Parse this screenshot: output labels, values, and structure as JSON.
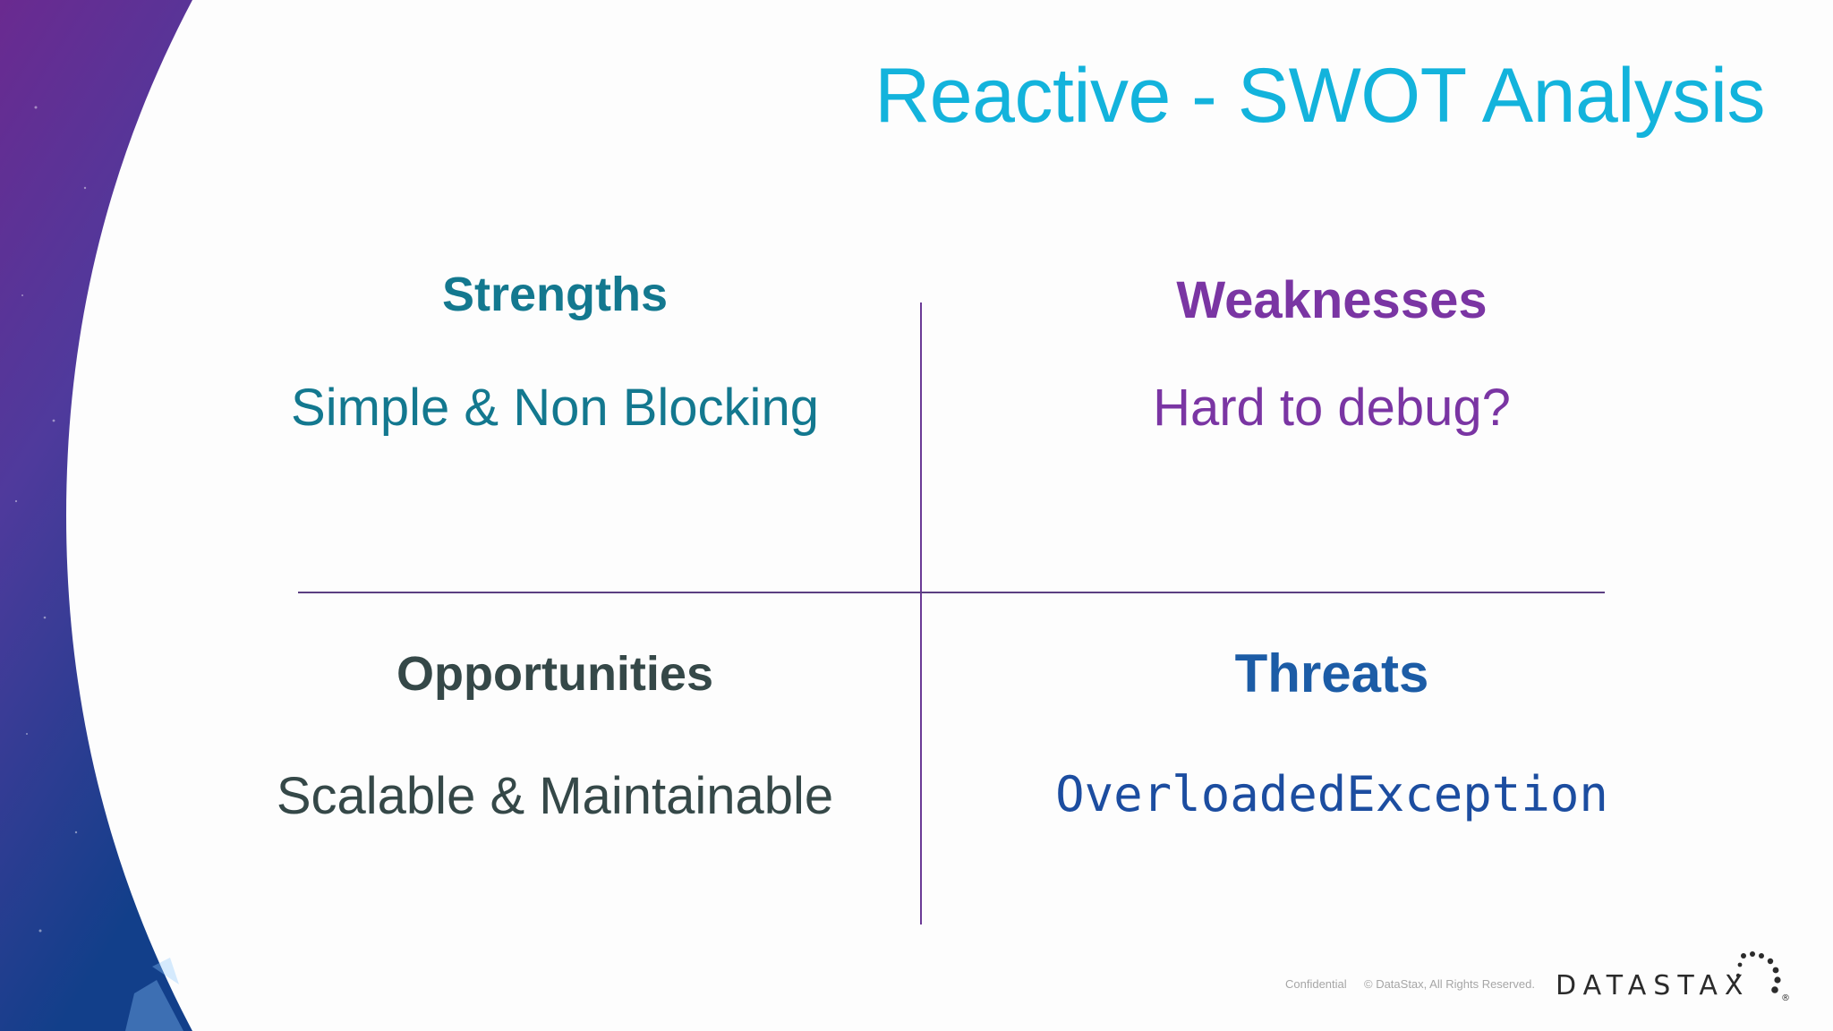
{
  "slide": {
    "title": "Reactive - SWOT Analysis"
  },
  "quadrants": {
    "strengths": {
      "heading": "Strengths",
      "text": "Simple & Non Blocking"
    },
    "weaknesses": {
      "heading": "Weaknesses",
      "text": "Hard to debug?"
    },
    "opportunities": {
      "heading": "Opportunities",
      "text": "Scalable & Maintainable"
    },
    "threats": {
      "heading": "Threats",
      "text": "OverloadedException"
    }
  },
  "footer": {
    "confidential": "Confidential",
    "copyright": "© DataStax, All Rights Reserved.",
    "logo_text": "DATASTAX"
  },
  "colors": {
    "title": "#13b3dc",
    "strengths": "#13788f",
    "weaknesses": "#7a35a3",
    "opportunities": "#354848",
    "threats": "#1c5ca6",
    "divider": "#5b3f82",
    "side_gradient_top": "#6a2a90",
    "side_gradient_bottom": "#123f8a"
  },
  "icons": {
    "logo": "datastax-logo-icon",
    "side": "space-gradient-art"
  }
}
